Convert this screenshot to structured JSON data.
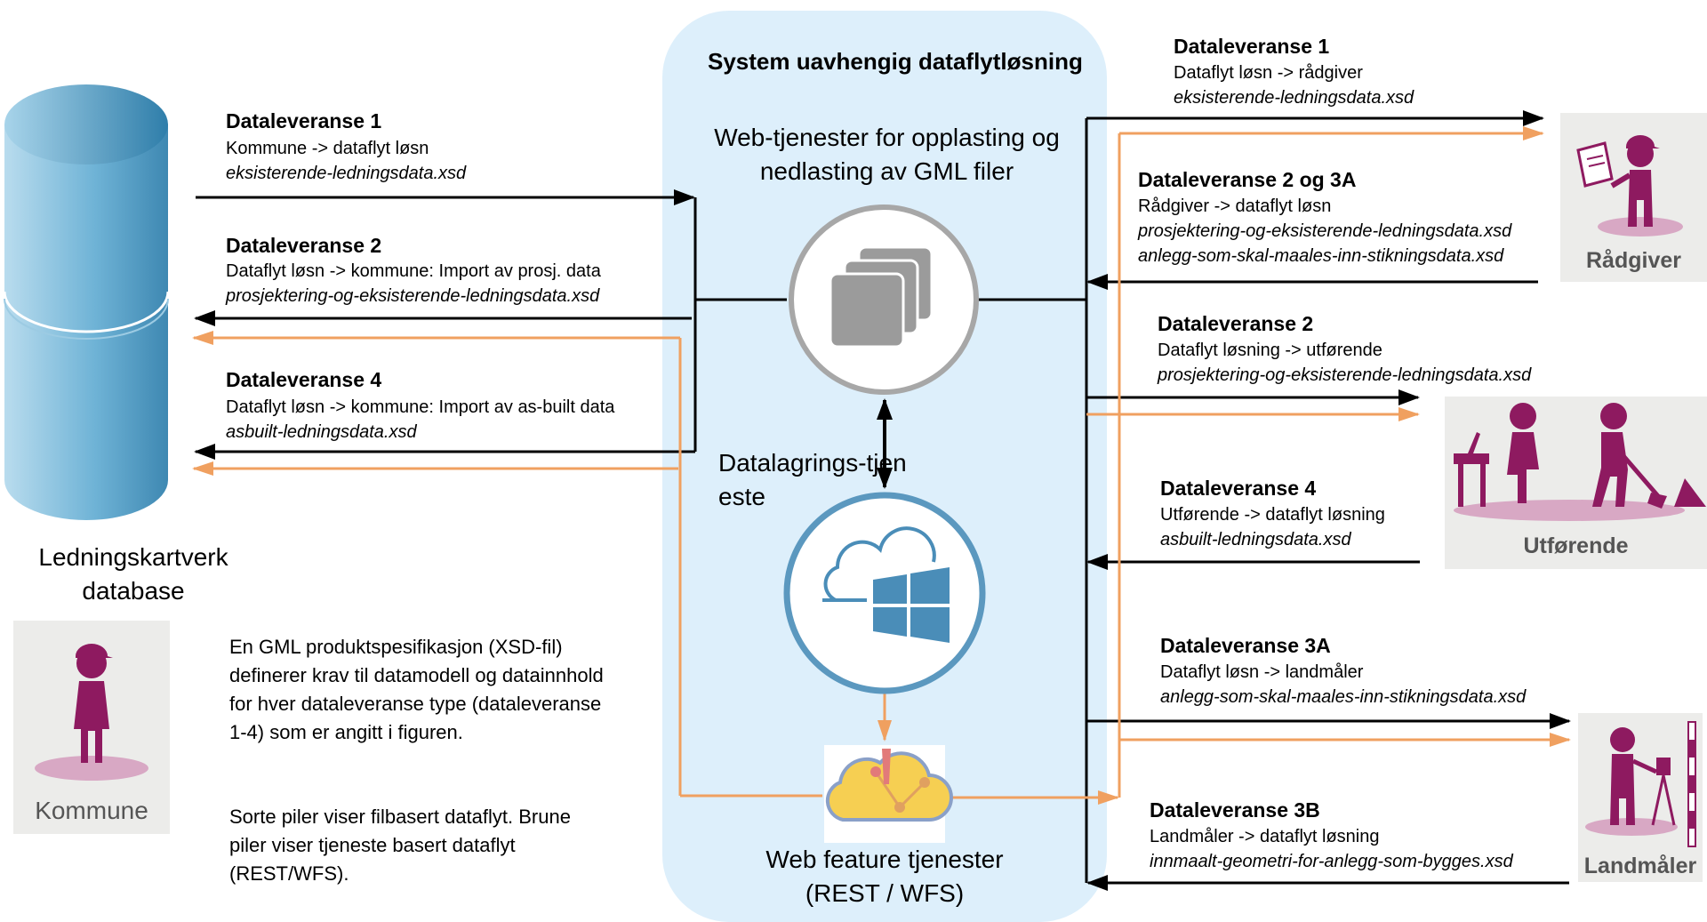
{
  "system": {
    "title": "System uavhengig dataflytløsning",
    "web_services_label": "Web-tjenester for opplasting og nedlasting av GML filer",
    "storage_label": "Datalagrings-tjen este",
    "wfs_label": "Web feature tjenester (REST / WFS)"
  },
  "left": {
    "db_label": "Ledningskartverk database",
    "kommune_label": "Kommune",
    "flows": [
      {
        "title": "Dataleveranse 1",
        "line": "Kommune -> dataflyt løsn",
        "file": "eksisterende-ledningsdata.xsd"
      },
      {
        "title": "Dataleveranse 2",
        "line": "Dataflyt løsn -> kommune: Import av prosj. data",
        "file": "prosjektering-og-eksisterende-ledningsdata.xsd"
      },
      {
        "title": "Dataleveranse 4",
        "line": "Dataflyt løsn -> kommune: Import av as-built data",
        "file": "asbuilt-ledningsdata.xsd"
      }
    ]
  },
  "right": {
    "flows": [
      {
        "title": "Dataleveranse 1",
        "line": "Dataflyt løsn -> rådgiver",
        "file": "eksisterende-ledningsdata.xsd"
      },
      {
        "title": "Dataleveranse 2 og 3A",
        "line": "Rådgiver -> dataflyt løsn",
        "file": "prosjektering-og-eksisterende-ledningsdata.xsd",
        "file2": "anlegg-som-skal-maales-inn-stikningsdata.xsd"
      },
      {
        "title": "Dataleveranse 2",
        "line": "Dataflyt løsning -> utførende",
        "file": "prosjektering-og-eksisterende-ledningsdata.xsd"
      },
      {
        "title": "Dataleveranse 4",
        "line": "Utførende -> dataflyt løsning",
        "file": "asbuilt-ledningsdata.xsd"
      },
      {
        "title": "Dataleveranse 3A",
        "line": "Dataflyt løsn -> landmåler",
        "file": "anlegg-som-skal-maales-inn-stikningsdata.xsd"
      },
      {
        "title": "Dataleveranse 3B",
        "line": "Landmåler -> dataflyt løsning",
        "file": "innmaalt-geometri-for-anlegg-som-bygges.xsd"
      }
    ],
    "radgiver_label": "Rådgiver",
    "utforende_label": "Utførende",
    "landmaler_label": "Landmåler"
  },
  "note": {
    "p1": "En GML produktspesifikasjon (XSD-fil) definerer krav til datamodell og datainnhold for hver dataleveranse type (dataleveranse 1-4) som er angitt i figuren.",
    "p2": "Sorte piler viser filbasert dataflyt. Brune piler viser tjeneste basert dataflyt (REST/WFS)."
  },
  "colors": {
    "file_arrow": "#000000",
    "service_arrow": "#f0a060",
    "system_bg": "#ddeffb",
    "database": "#5aa6cc",
    "figure": "#8e1a60",
    "figure_shadow": "#d8a8c4",
    "panel_bg": "#ececea"
  },
  "icons": [
    "database-cylinder",
    "stack-icon",
    "cloud-windows-icon",
    "wfs-cloud-icon",
    "person-icon"
  ]
}
